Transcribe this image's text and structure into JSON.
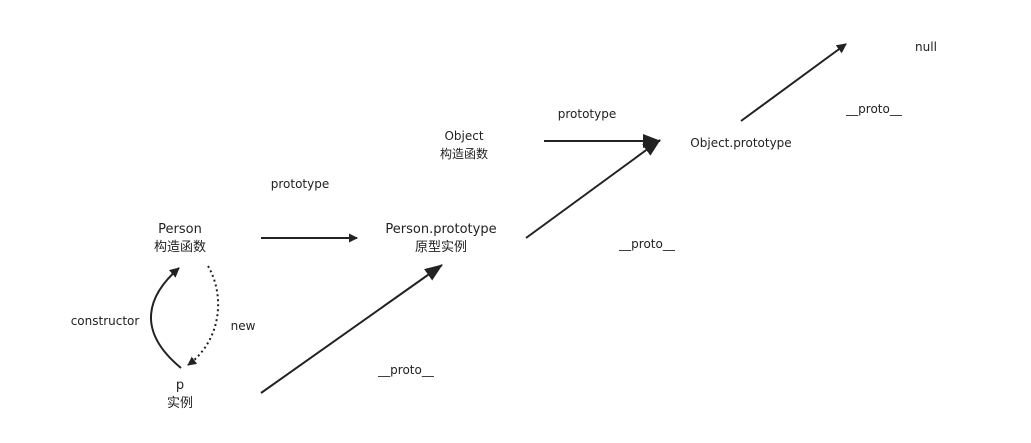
{
  "nodes": {
    "person": {
      "line1": "Person",
      "line2": "构造函数"
    },
    "person_prototype": {
      "line1": "Person.prototype",
      "line2": "原型实例"
    },
    "object": {
      "line1": "Object",
      "line2": "构造函数"
    },
    "object_prototype": {
      "line1": "Object.prototype"
    },
    "instance": {
      "line1": "p",
      "line2": "实例"
    },
    "null": {
      "line1": "null"
    }
  },
  "edges": {
    "person_prototype_label": "prototype",
    "object_prototype_label": "prototype",
    "constructor_label": "constructor",
    "new_label": "new",
    "proto_instance_label": "__proto__",
    "proto_person_prototype_label": "__proto__",
    "proto_object_prototype_label": "__proto__"
  },
  "colors": {
    "stroke": "#222222",
    "background": "#ffffff"
  }
}
